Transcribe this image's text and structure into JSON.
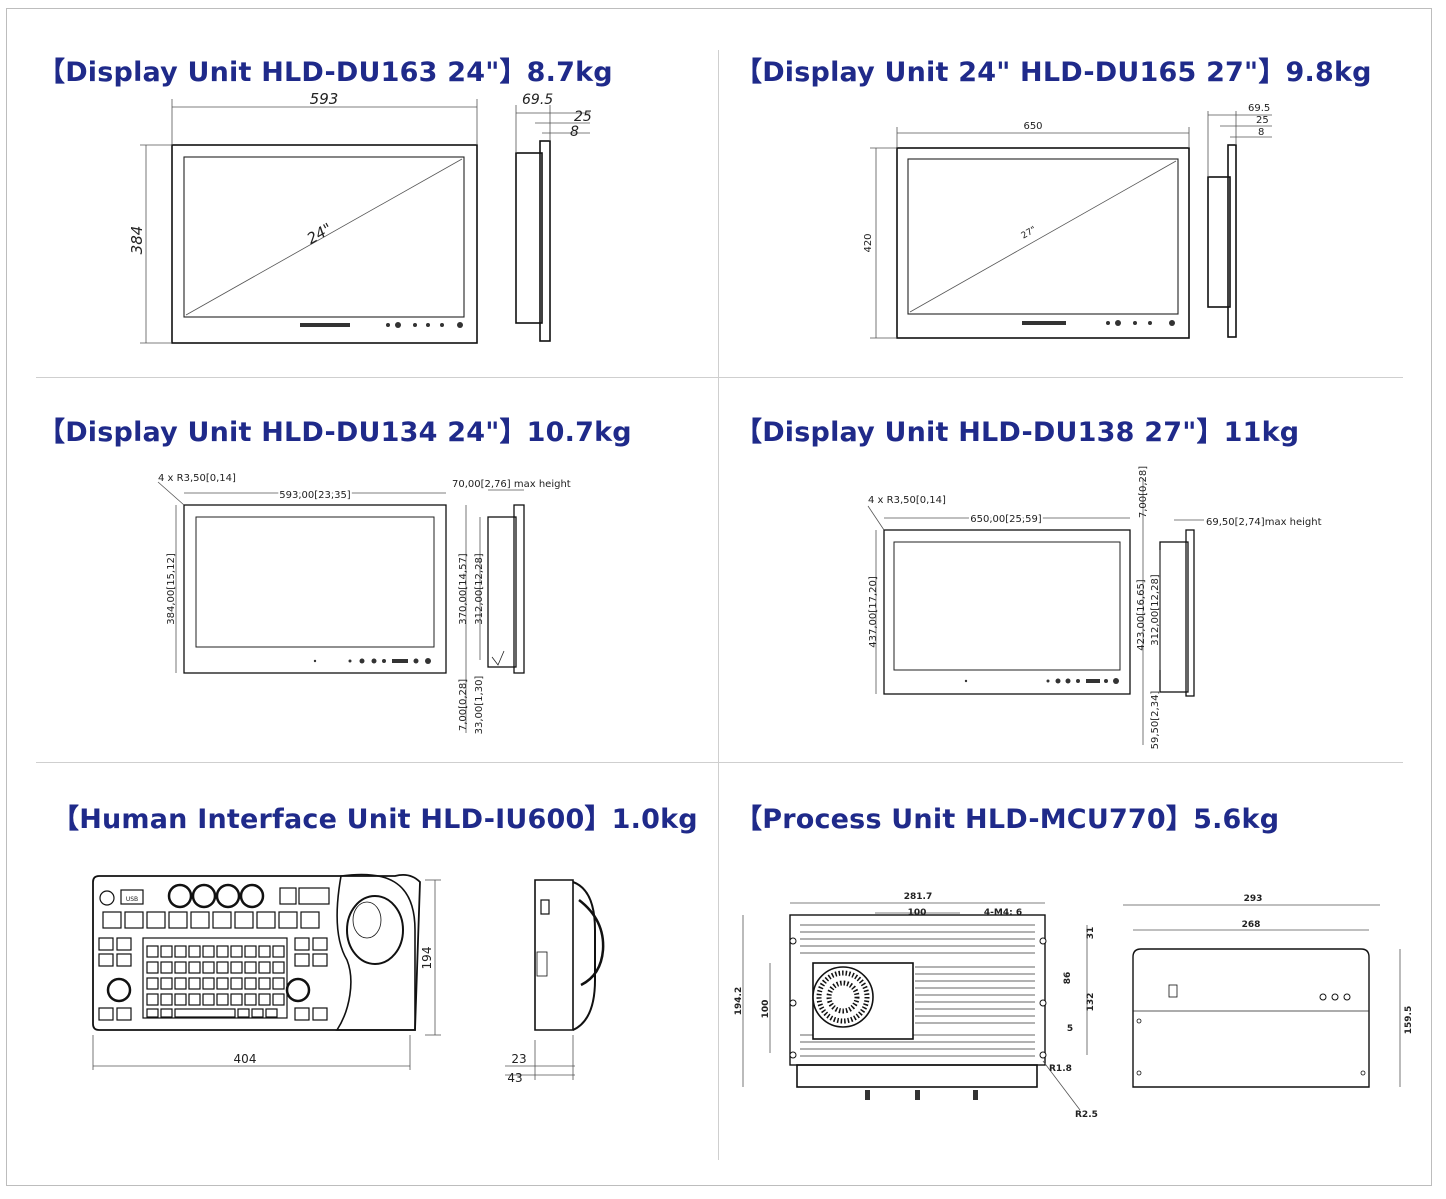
{
  "panels": [
    {
      "title": "【Display Unit HLD-DU163 24\"】8.7kg",
      "dims": {
        "width": "593",
        "height": "384",
        "diag": "24\"",
        "depth": "69.5",
        "d2": "25",
        "d3": "8"
      }
    },
    {
      "title": "【Display Unit 24\" HLD-DU165 27\"】9.8kg",
      "dims": {
        "width": "650",
        "height": "420",
        "diag": "27\"",
        "depth": "69.5",
        "d2": "25",
        "d3": "8"
      }
    },
    {
      "title": "【Display Unit HLD-DU134 24\"】10.7kg",
      "dims": {
        "radius": "4 x R3,50[0,14]",
        "width": "593,00[23,35]",
        "height": "384,00[15,12]",
        "max_height": "70,00[2,76] max height",
        "h2": "370,00[14,57]",
        "h3": "312,00[12,28]",
        "b1": "7,00[0,28]",
        "b2": "33,00[1,30]"
      }
    },
    {
      "title": "【Display Unit HLD-DU138 27\"】11kg",
      "dims": {
        "radius": "4 x R3,50[0,14]",
        "width": "650,00[25,59]",
        "height": "437,00[17,20]",
        "top": "7,00[0,28]",
        "max_height": "69,50[2,74]max height",
        "h2": "423,00[16,65]",
        "h3": "312,00[12,28]",
        "b1": "59,50[2,34]"
      }
    },
    {
      "title": "【Human Interface Unit HLD-IU600】1.0kg",
      "dims": {
        "width": "404",
        "height": "194",
        "d1": "23",
        "d2": "43",
        "usb": "USB"
      }
    },
    {
      "title": "【Process Unit HLD-MCU770】5.6kg",
      "dims": {
        "w1": "281.7",
        "w2": "100",
        "holes": "4-M4: 6",
        "h1": "194.2",
        "h2": "100",
        "r1": "31",
        "r2": "86",
        "r3": "132",
        "r4": "5",
        "rad1": "R1.8",
        "rad2": "R2.5",
        "sw1": "293",
        "sw2": "268",
        "sh": "159.5"
      }
    }
  ]
}
